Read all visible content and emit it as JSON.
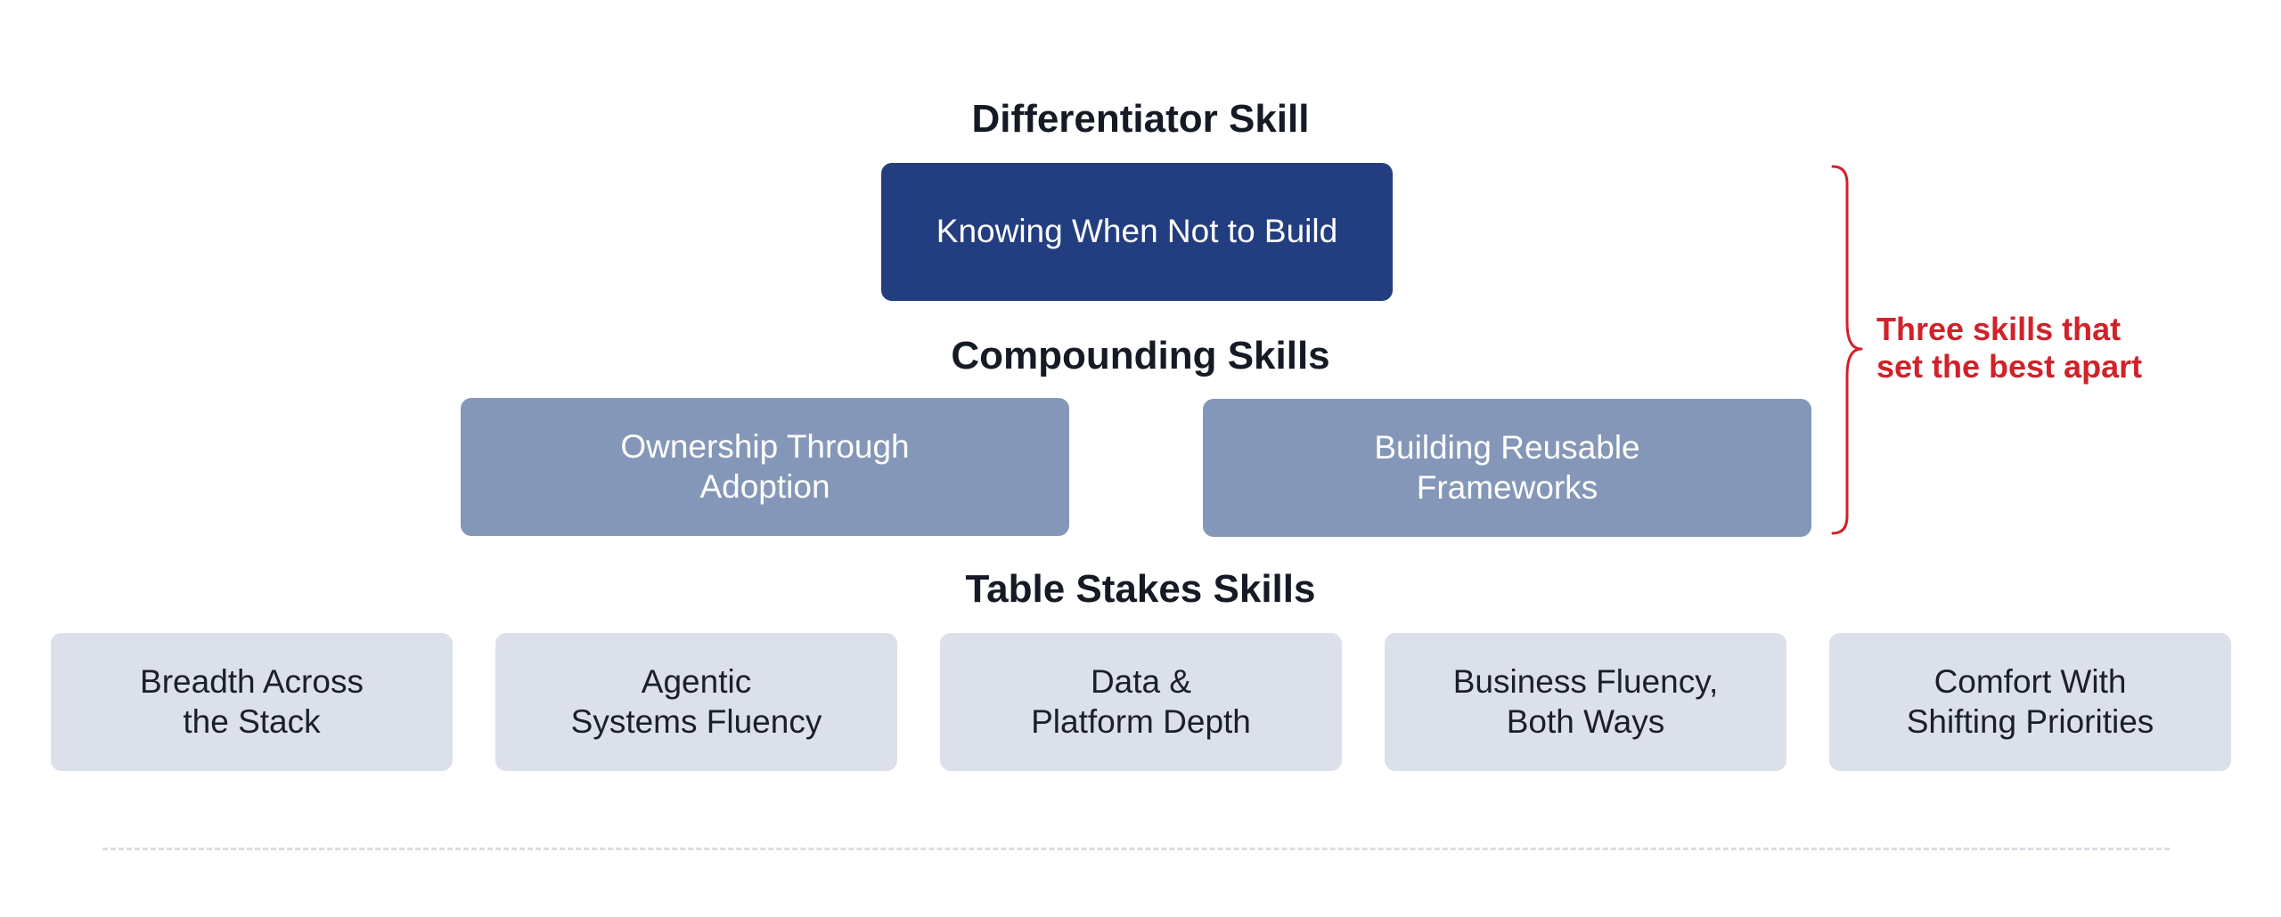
{
  "tiers": {
    "differentiator": {
      "heading": "Differentiator Skill",
      "items": [
        "Knowing When Not to Build"
      ]
    },
    "compounding": {
      "heading": "Compounding Skills",
      "items": [
        "Ownership Through\nAdoption",
        "Building Reusable\nFrameworks"
      ]
    },
    "table_stakes": {
      "heading": "Table Stakes Skills",
      "items": [
        "Breadth Across\nthe Stack",
        "Agentic\nSystems Fluency",
        "Data &\nPlatform Depth",
        "Business Fluency,\nBoth Ways",
        "Comfort With\nShifting Priorities"
      ]
    }
  },
  "callout": {
    "text": "Three skills that\nset the best apart"
  },
  "colors": {
    "differentiator_fill": "#233e80",
    "compounding_fill": "#8597b8",
    "table_stakes_fill": "#dce0ea",
    "callout": "#d0222a",
    "heading_text": "#151a24"
  }
}
